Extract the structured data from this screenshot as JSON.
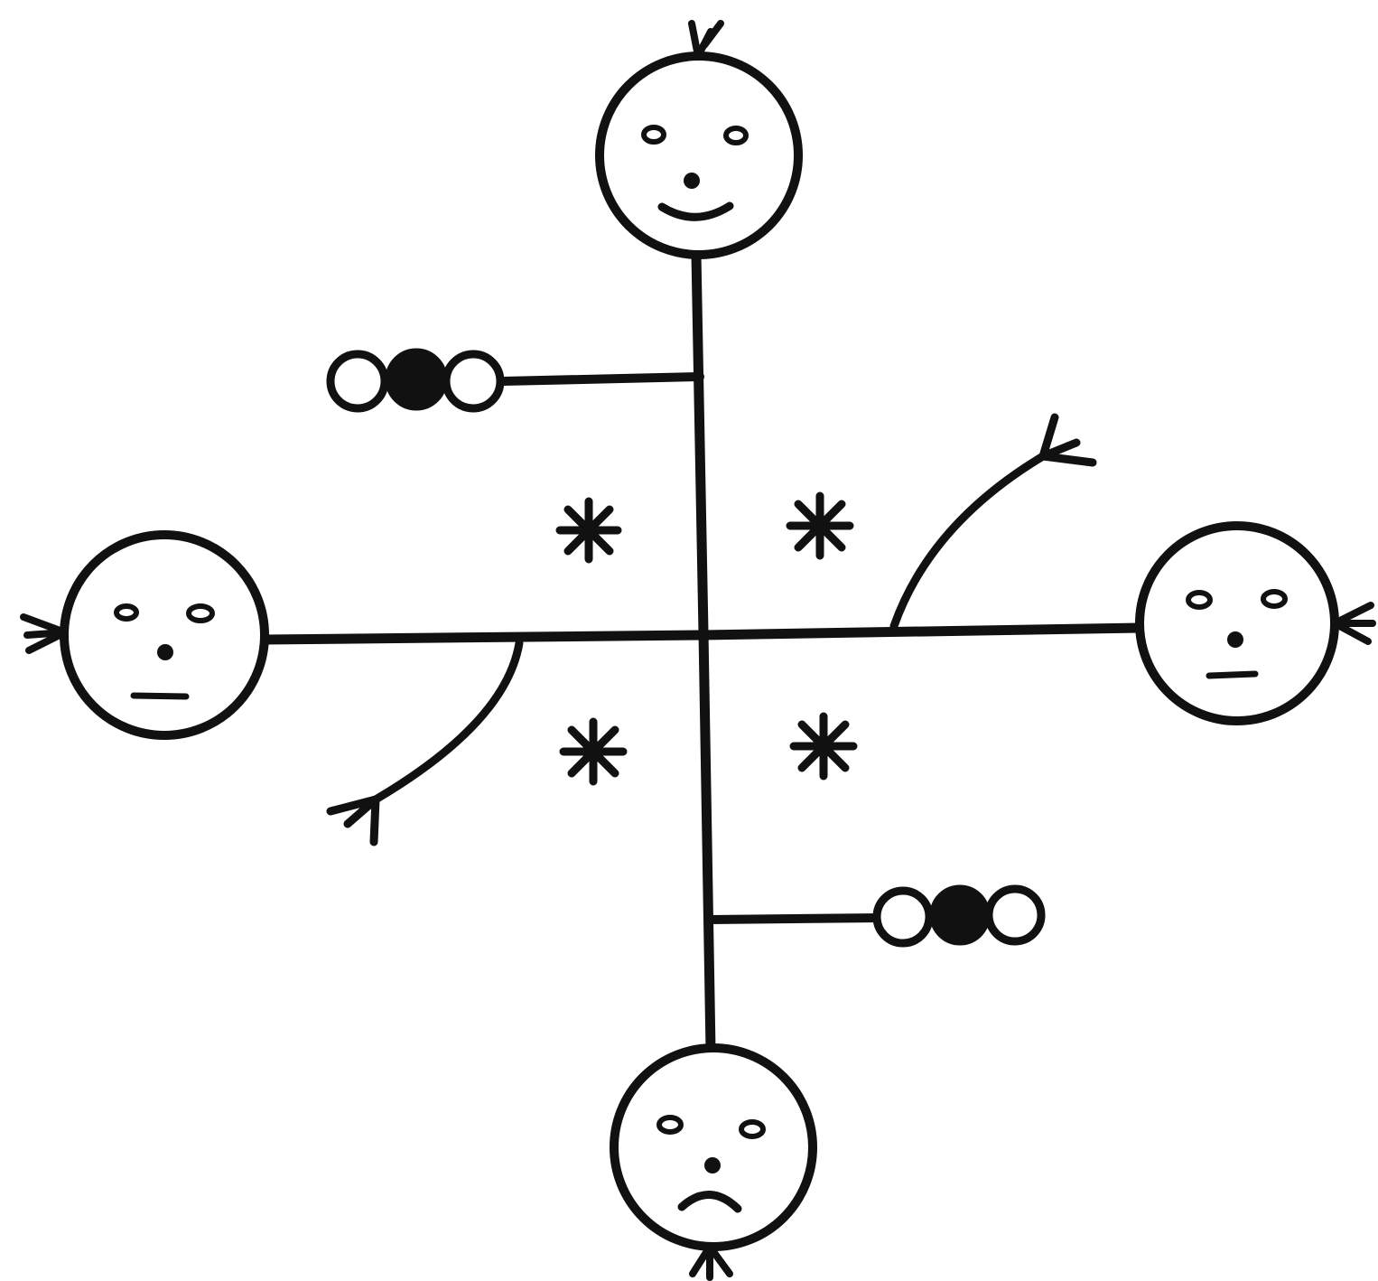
{
  "colors": {
    "ink": "#111111",
    "paper": "#ffffff"
  },
  "diagram": {
    "faces": [
      {
        "position": "top",
        "expression": "happy"
      },
      {
        "position": "left",
        "expression": "neutral"
      },
      {
        "position": "right",
        "expression": "neutral"
      },
      {
        "position": "bottom",
        "expression": "sad"
      }
    ],
    "bead_groups": [
      {
        "position": "upper-left",
        "beads": [
          "open",
          "filled",
          "open"
        ]
      },
      {
        "position": "lower-right",
        "beads": [
          "open",
          "filled",
          "open"
        ]
      }
    ],
    "stars": 4,
    "branches": 2,
    "icons": [
      "smiling-face-icon",
      "neutral-face-icon",
      "frowning-face-icon",
      "asterisk-icon",
      "bead-icon",
      "sprout-icon"
    ]
  }
}
